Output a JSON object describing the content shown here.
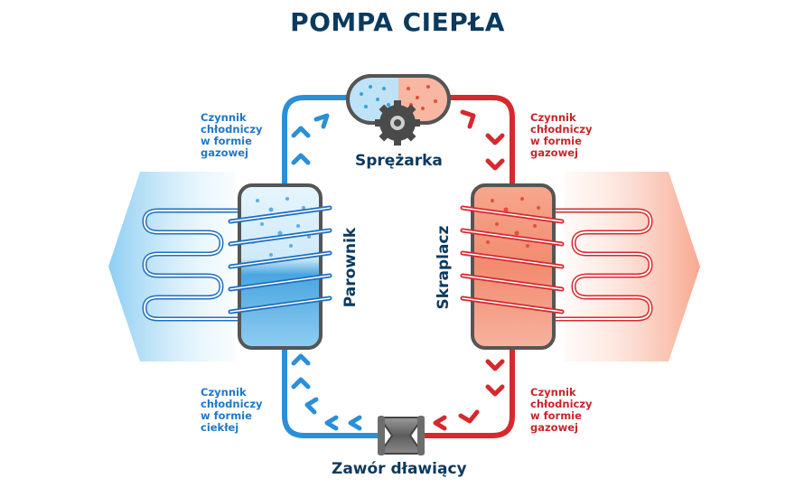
{
  "title": "POMPA CIEPŁA",
  "labels": {
    "top_left": [
      "Czynnik",
      "chłodniczy",
      "w formie",
      "gazowej"
    ],
    "top_right": [
      "Czynnik",
      "chłodniczy",
      "w formie",
      "gazowej"
    ],
    "bottom_left": [
      "Czynnik",
      "chłodniczy",
      "w formie",
      "ciekłej"
    ],
    "bottom_right": [
      "Czynnik",
      "chłodniczy",
      "w formie",
      "gazowej"
    ]
  },
  "components": {
    "compressor": "Sprężarka",
    "evaporator": "Parownik",
    "condenser": "Skraplacz",
    "valve": "Zawór dławiący"
  },
  "colors": {
    "cold": "#1f78c8",
    "hot": "#d6292e",
    "dark": "#0b3a5e",
    "metal": "#6b6b6b"
  },
  "icons": [
    "gear-icon",
    "flow-arrow-icon",
    "expansion-valve-icon"
  ]
}
